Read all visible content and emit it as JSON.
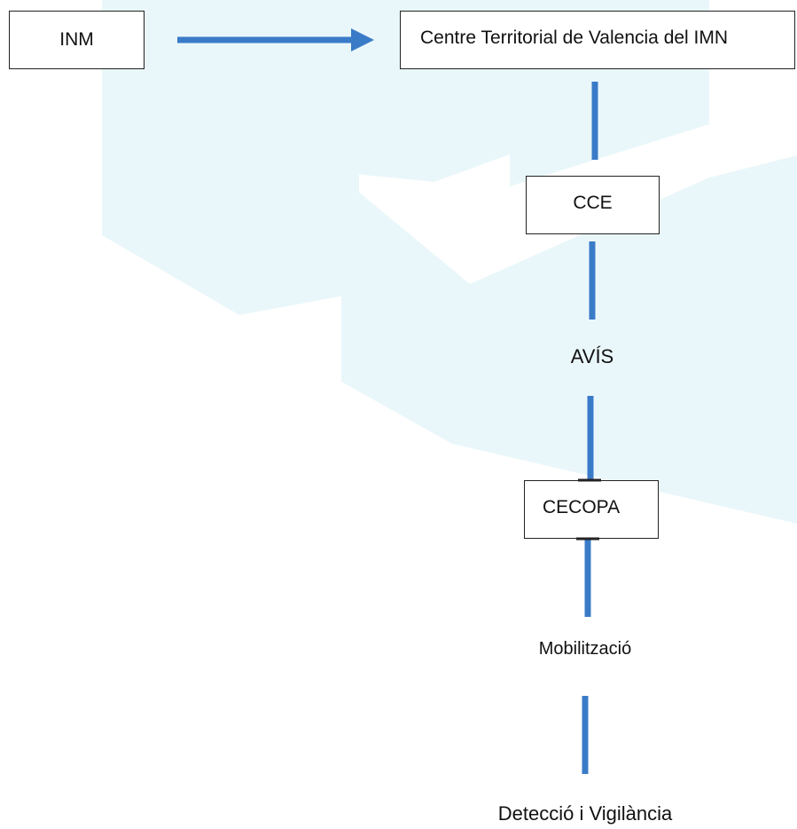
{
  "diagram": {
    "nodes": {
      "inm": "INM",
      "centre": "Centre Territorial de Valencia del IMN",
      "cce": "CCE",
      "avis": "AVÍS",
      "cecopa": "CECOPA",
      "mobilitzacio": "Mobilització",
      "deteccio": "Detecció i Vigilància"
    }
  },
  "colors": {
    "connector": "#3a7bc8",
    "watermark": "#eaf7fa",
    "box_border": "#222222"
  }
}
